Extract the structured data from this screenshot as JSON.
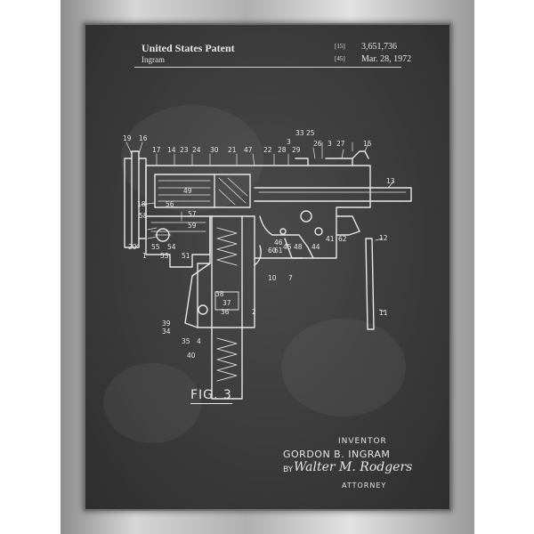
{
  "colors": {
    "board": "#3b3b3b",
    "chalk": "#e8e8e8",
    "frame": "#c4c4c4"
  },
  "header": {
    "title": "United States Patent",
    "inventor_short": "Ingram",
    "number_label": "[15]",
    "number": "3,651,736",
    "date_label": "[45]",
    "date": "Mar. 28, 1972"
  },
  "figure_label": "FIG. 3",
  "signature_block": {
    "inventor_label": "INVENTOR",
    "inventor_name": "GORDON B. INGRAM",
    "by": "BY",
    "signature": "Walter M. Rodgers",
    "attorney_label": "ATTORNEY"
  },
  "callouts": [
    "19",
    "16",
    "17",
    "14",
    "23",
    "24",
    "30",
    "21",
    "47",
    "22",
    "28",
    "3",
    "33",
    "25",
    "29",
    "26",
    "3",
    "27",
    "15",
    "13",
    "18",
    "49",
    "56",
    "57",
    "58",
    "59",
    "20",
    "55",
    "54",
    "1",
    "53",
    "51",
    "60",
    "46",
    "61",
    "45",
    "48",
    "44",
    "41",
    "62",
    "12",
    "10",
    "7",
    "38",
    "37",
    "36",
    "2",
    "39",
    "34",
    "35",
    "4",
    "40",
    "11"
  ]
}
